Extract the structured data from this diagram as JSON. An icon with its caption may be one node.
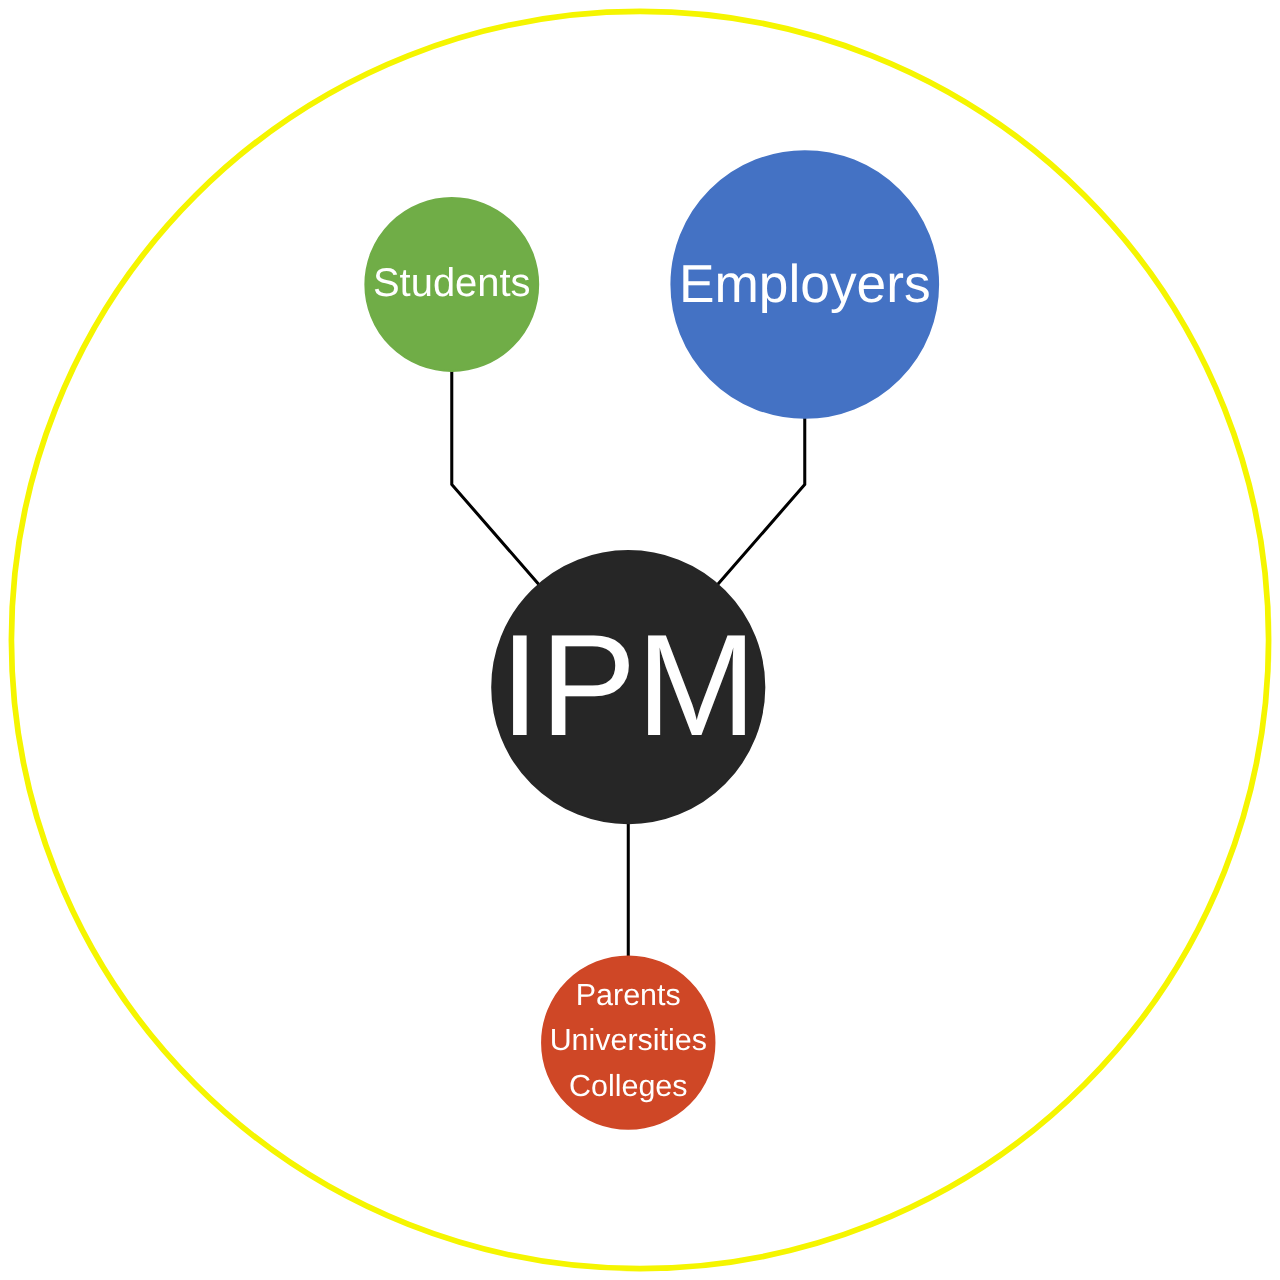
{
  "diagram": {
    "nodes": [
      {
        "text": [],
        "shape": "circle"
      },
      {
        "text": [
          "Students"
        ],
        "in": 0
      },
      {
        "text": [
          "Employers"
        ],
        "in": 0
      },
      {
        "text": [
          "IPM"
        ],
        "in": 0
      },
      {
        "text": [
          "Parents Universities Colleges"
        ],
        "in": 0
      }
    ],
    "edges": [
      {
        "from": 1,
        "to": 3,
        "arrow": "none"
      },
      {
        "from": 2,
        "to": 3,
        "arrow": "none"
      },
      {
        "from": 3,
        "to": 4,
        "arrow": "none"
      }
    ]
  }
}
